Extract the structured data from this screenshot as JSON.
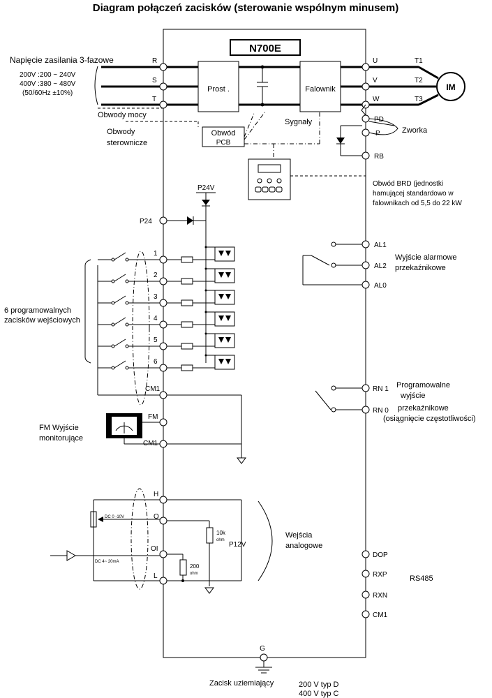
{
  "title": "Diagram połączeń zacisków (sterowanie wspólnym minusem)",
  "model": "N700E",
  "supply": {
    "label": "Napięcie zasilania 3-fazowe",
    "line1": "200V :200 ~ 240V",
    "line2": "400V :380 ~ 480V",
    "line3": "(50/60Hz ±10%)"
  },
  "power_terminals": [
    "R",
    "S",
    "T"
  ],
  "power_circuits_label": "Obwody mocy",
  "control_circuits_label": [
    "Obwody",
    "sterownicze"
  ],
  "rectifier_label": "Prost .",
  "inverter_label": "Falownik",
  "pcb_label": [
    "Obwód",
    "PCB"
  ],
  "signals_label": "Sygnały",
  "output_terminals": [
    "U",
    "V",
    "W"
  ],
  "motor_lines": [
    "T1",
    "T2",
    "T3"
  ],
  "motor_label": "IM",
  "brake_terminals": [
    "PD",
    "P",
    "RB"
  ],
  "jumper_label": "Zworka",
  "brd_label": [
    "Obwód BRD (jednostki",
    "hamującej standardowo w",
    "falownikach od 5,5 do 22 kW"
  ],
  "p24v_label": "P24V",
  "p24_terminal": "P24",
  "input_terminals": [
    "1",
    "2",
    "3",
    "4",
    "5",
    "6"
  ],
  "cm1_label": "CM1",
  "inputs_label": [
    "6 programowalnych",
    "zacisków wejściowych"
  ],
  "fm_terminal": "FM",
  "fm_label": [
    "FM Wyjście",
    "monitorujące"
  ],
  "alarm_terminals": [
    "AL1",
    "AL2",
    "AL0"
  ],
  "alarm_label": [
    "Wyjście alarmowe",
    "przekaźnikowe"
  ],
  "relay_terminals": [
    "RN 1",
    "RN 0"
  ],
  "relay_label": [
    "Programowalne",
    "wyjście",
    "przekaźnikowe",
    "(osiągnięcie częstotliwości)"
  ],
  "analog_terminals": [
    "H",
    "O",
    "OI",
    "L"
  ],
  "analog_voltage": "DC 0 -10V",
  "analog_current": "DC 4~ 20mA",
  "resistor_10k": [
    "10k",
    "ohm"
  ],
  "resistor_200": [
    "200",
    "ohm"
  ],
  "p12v_label": "P12V",
  "analog_label": [
    "Wejścia",
    "analogowe"
  ],
  "rs485_terminals": [
    "DOP",
    "RXP",
    "RXN",
    "CM1"
  ],
  "rs485_label": "RS485",
  "ground_terminal": "G",
  "ground_label": "Zacisk uziemiający",
  "ground_types": [
    "200 V typ D",
    "400 V typ C"
  ]
}
